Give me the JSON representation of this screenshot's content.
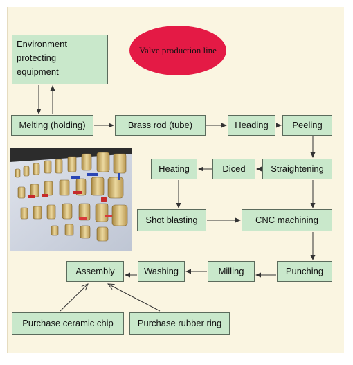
{
  "title": "Valve production line",
  "steps": {
    "environment": [
      "Environment",
      "protecting",
      "equipment"
    ],
    "melting": "Melting (holding)",
    "brass_rod": "Brass rod (tube)",
    "heading": "Heading",
    "peeling": "Peeling",
    "straightening": "Straightening",
    "diced": "Diced",
    "heating": "Heating",
    "shot_blasting": "Shot blasting",
    "cnc": "CNC machining",
    "punching": "Punching",
    "milling": "Milling",
    "washing": "Washing",
    "assembly": "Assembly",
    "ceramic_chip": "Purchase ceramic chip",
    "rubber_ring": "Purchase rubber ring"
  },
  "colors": {
    "box_fill": "#c9e8cb",
    "ellipse_fill": "#e41a45",
    "background": "#faf5e1"
  }
}
